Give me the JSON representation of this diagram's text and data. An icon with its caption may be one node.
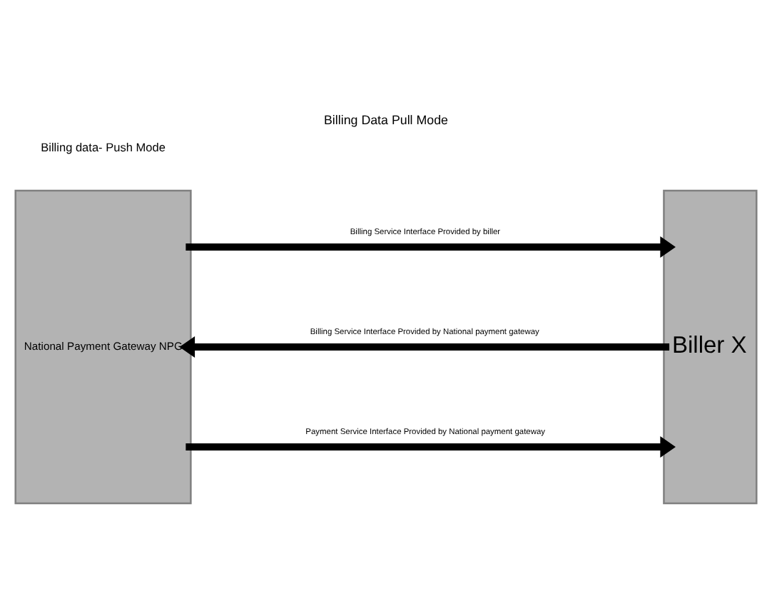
{
  "diagram": {
    "title": "Billing Data Pull Mode",
    "nodes": [
      {
        "text": [
          "National Payment Gateway NPG"
        ]
      },
      {
        "text": [
          "Biller X"
        ]
      }
    ],
    "edges": [
      {
        "from": 0,
        "to": 1,
        "arrow": "to",
        "label": "Billing Service Interface Provided by biller"
      },
      {
        "from": 1,
        "to": 0,
        "arrow": "to",
        "label": "Billing Service Interface Provided by National payment gateway"
      },
      {
        "from": 0,
        "to": 1,
        "arrow": "to",
        "label": "Payment Service Interface Provided by National payment gateway"
      }
    ],
    "labels": [
      "Billing data- Push Mode"
    ]
  }
}
